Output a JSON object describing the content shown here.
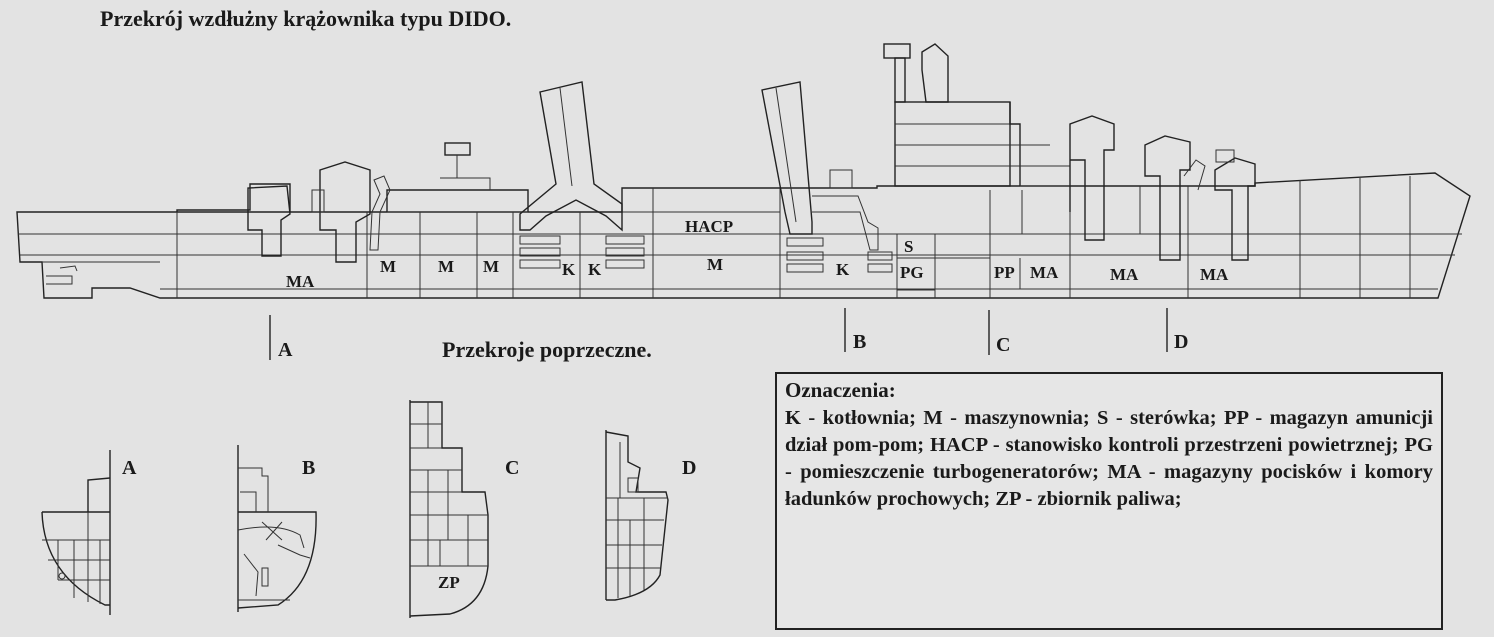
{
  "title": "Przekrój wzdłużny krążownika typu DIDO.",
  "subtitle": "Przekroje poprzeczne.",
  "compartments": {
    "ma_fwd": "MA",
    "m1": "M",
    "m2": "M",
    "m3": "M",
    "k1": "K",
    "k2": "K",
    "hacp": "HACP",
    "m4": "M",
    "k3": "K",
    "s": "S",
    "pg": "PG",
    "pp": "PP",
    "ma_mid": "MA",
    "ma_aft1": "MA",
    "ma_aft2": "MA"
  },
  "markers": {
    "a": "A",
    "b": "B",
    "c": "C",
    "d": "D"
  },
  "sections": {
    "a": "A",
    "b": "B",
    "c": "C",
    "d": "D",
    "zp": "ZP"
  },
  "legend": {
    "title": "Oznaczenia:",
    "text": "K - kotłownia; M - maszynownia; S - sterówka; PP - magazyn amunicji dział pom-pom; HACP - stanowisko kontroli przestrzeni powietrznej; PG - pomieszczenie turbogeneratorów; MA - magazyny pocisków i komory ładunków prochowych; ZP - zbiornik paliwa;"
  }
}
